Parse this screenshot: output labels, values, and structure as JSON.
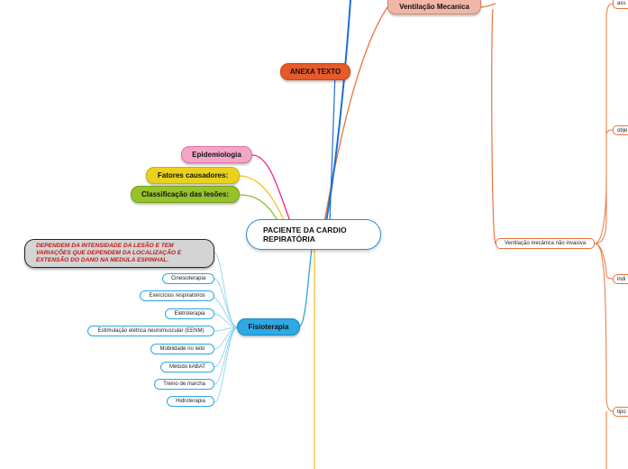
{
  "central": {
    "title": "PACIENTE DA CARDIO REPIRATÓRIA"
  },
  "topics": {
    "ventilacao": "Ventilação Mecanica",
    "anexa": "ANEXA TEXTO",
    "epidemiologia": "Epidemiologia",
    "fatores": "Fatores causadores:",
    "classificacao": "Classificação das lesões:",
    "fisioterapia": "Fisioterapia"
  },
  "callout": {
    "text": "DEPENDEM DA INTENSIDADE DA LESÃO E TEM VARIAÇÕES QUE DEPENDEM DA LOCALIZAÇÃO E EXTENSÃO DO DANO NA MEDULA ESPINHAL."
  },
  "fisioterapia_items": [
    "Cinesioterapia",
    "Exercícios respiratórios",
    "Eletroterapia",
    "Estimulação elétrica neuromuscular (EENM)",
    "Mobilidade no leito",
    "Método kABAT",
    "Treino de marcha",
    "Hidroterapia"
  ],
  "ventilacao_children": {
    "nao_invasiva": "Ventilação mecânica não invasiva"
  },
  "right_cut": [
    "ass",
    "obje",
    "indi",
    "tipo"
  ],
  "colors": {
    "ventilacao_fill": "#f2b6a6",
    "anexa_fill": "#e85a2a",
    "epidemiologia_fill": "#f2a7c8",
    "fatores_fill": "#ead21c",
    "classificacao_fill": "#96c22b",
    "fisioterapia_fill": "#2fa9e4",
    "central_border": "#2a8cd6",
    "callout_text": "#c01818",
    "blue_link": "#1b6fd1",
    "orange_link": "#e8743b",
    "yellow_link": "#f2c01a",
    "pink_link": "#e8298a",
    "green_link": "#8cbf2a",
    "cyan_link": "#2aa7dd"
  }
}
